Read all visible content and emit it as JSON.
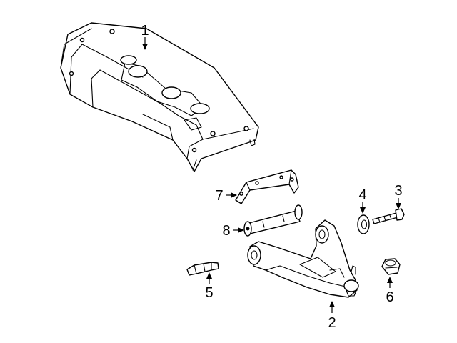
{
  "callouts": [
    {
      "id": "callout-1",
      "label": "1"
    },
    {
      "id": "callout-2",
      "label": "2"
    },
    {
      "id": "callout-3",
      "label": "3"
    },
    {
      "id": "callout-4",
      "label": "4"
    },
    {
      "id": "callout-5",
      "label": "5"
    },
    {
      "id": "callout-6",
      "label": "6"
    },
    {
      "id": "callout-7",
      "label": "7"
    },
    {
      "id": "callout-8",
      "label": "8"
    }
  ]
}
